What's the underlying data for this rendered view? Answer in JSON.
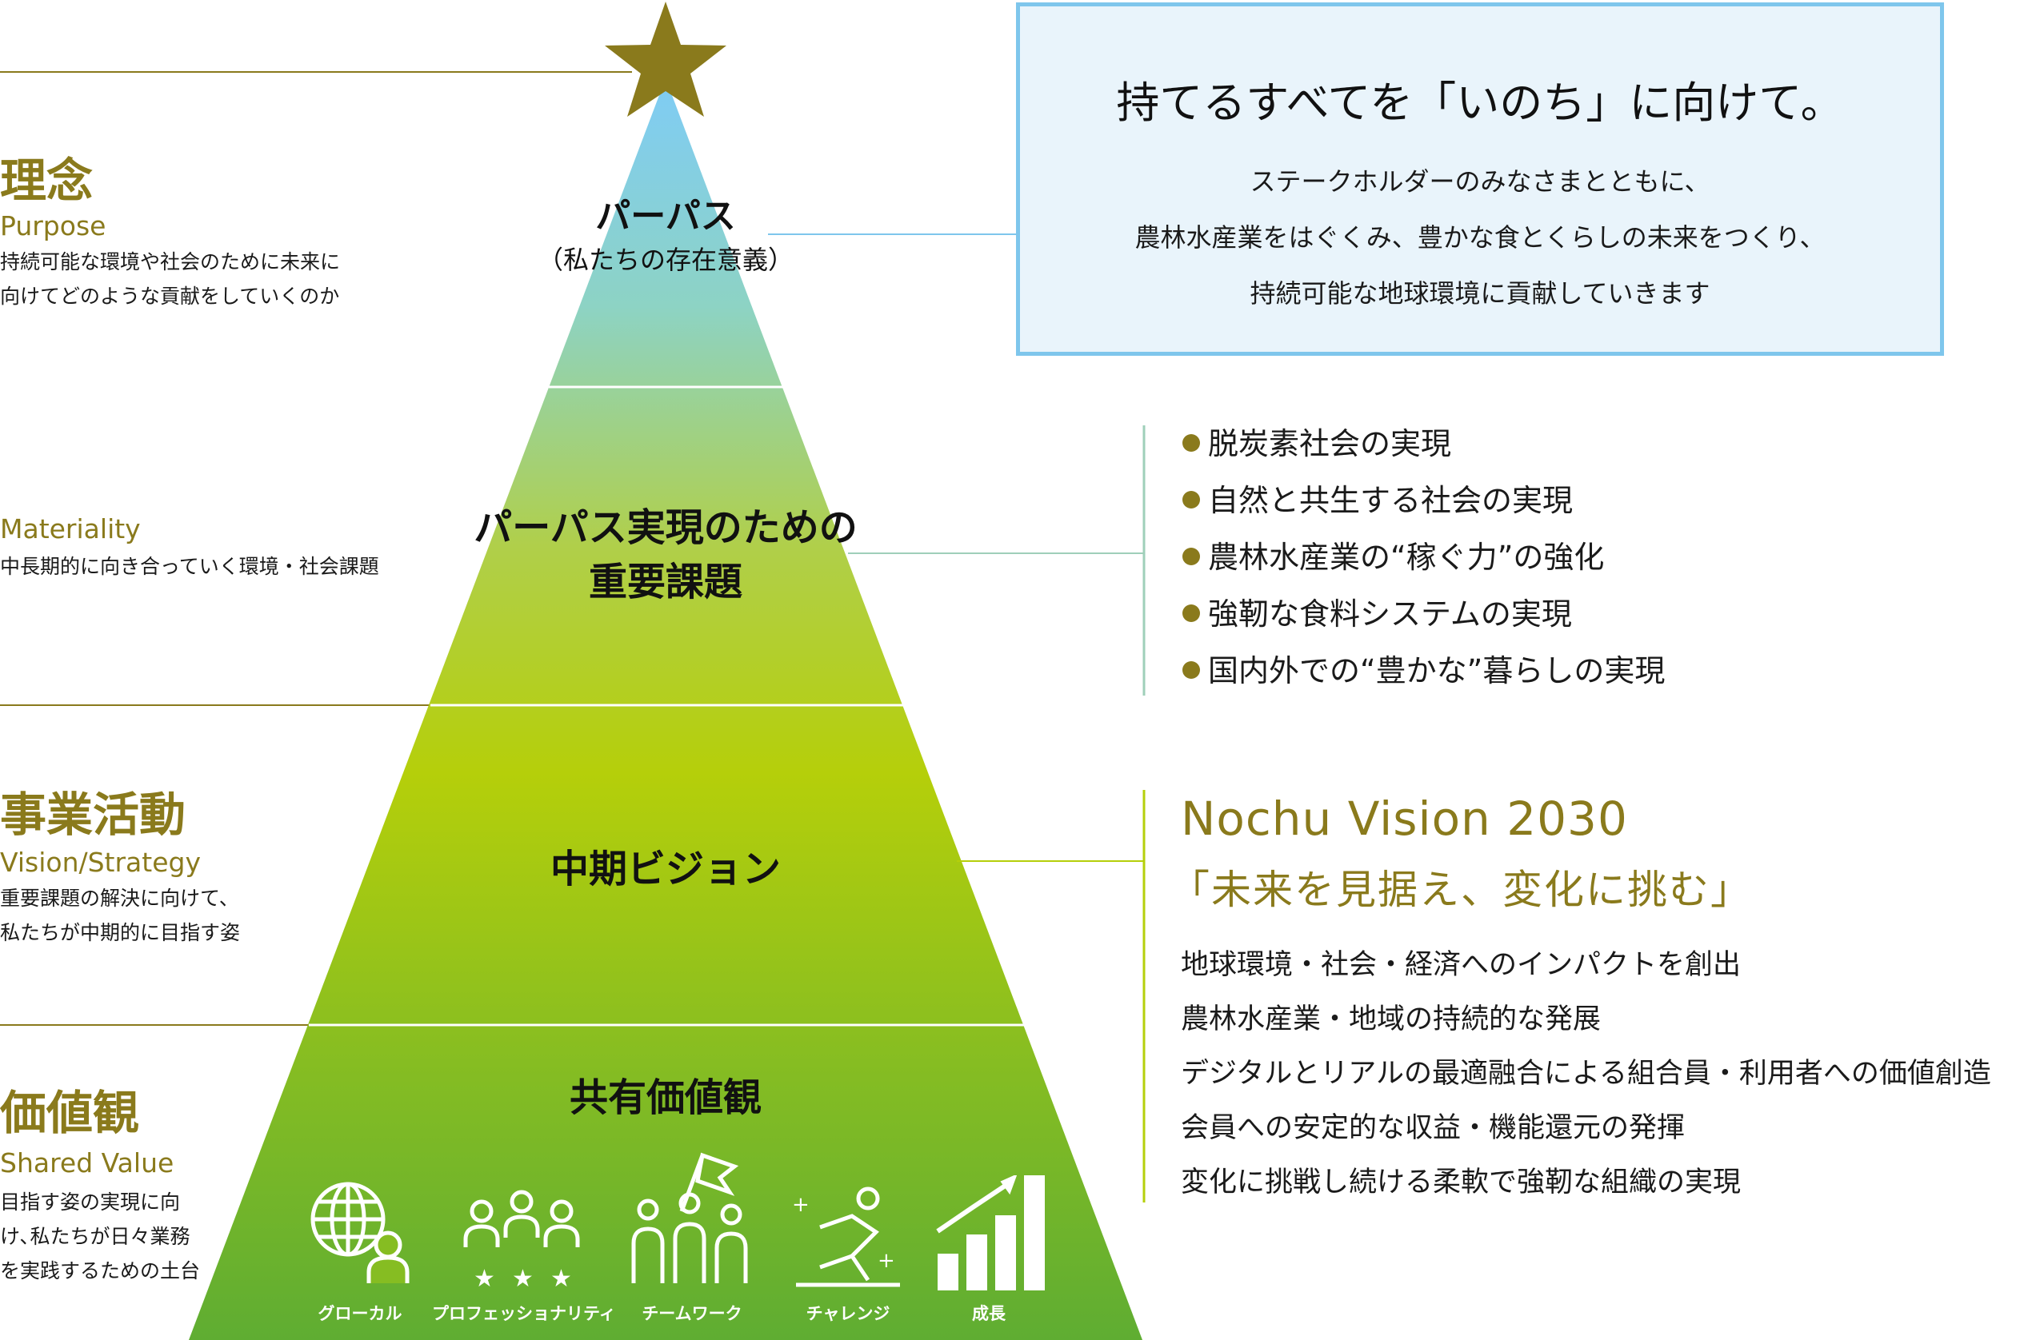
{
  "colors": {
    "gold": "#8a7a1c",
    "sky": "#7fccf5",
    "lime": "#b5cf0a",
    "green": "#5fad32",
    "box_border": "#7ec6ec",
    "box_fill": "#e9f4fb"
  },
  "left": {
    "purpose": {
      "title": "理念",
      "subtitle": "Purpose",
      "desc": [
        "持続可能な環境や社会のために未来に",
        "向けてどのような貢献をしていくのか"
      ]
    },
    "materiality": {
      "subtitle": "Materiality",
      "desc": [
        "中長期的に向き合っていく環境・社会課題"
      ]
    },
    "vision": {
      "title": "事業活動",
      "subtitle": "Vision/Strategy",
      "desc": [
        "重要課題の解決に向けて、",
        "私たちが中期的に目指す姿"
      ]
    },
    "values": {
      "title": "価値観",
      "subtitle": "Shared Value",
      "desc": [
        "目指す姿の実現に向",
        "け､私たちが日々業務",
        "を実践するための土台"
      ]
    }
  },
  "pyramid": {
    "top_icon": "star-icon",
    "levels": [
      {
        "label_lines": [
          "パーパス"
        ],
        "sub": "（私たちの存在意義）"
      },
      {
        "label_lines": [
          "パーパス実現のための",
          "重要課題"
        ]
      },
      {
        "label_lines": [
          "中期ビジョン"
        ]
      },
      {
        "label_lines": [
          "共有価値観"
        ]
      }
    ],
    "values_icons": [
      {
        "icon": "globe-person-icon",
        "label": "グローカル"
      },
      {
        "icon": "team-stars-icon",
        "label": "プロフェッショナリティ"
      },
      {
        "icon": "team-flag-icon",
        "label": "チームワーク"
      },
      {
        "icon": "leaping-person-icon",
        "label": "チャレンジ"
      },
      {
        "icon": "growth-bars-icon",
        "label": "成長"
      }
    ]
  },
  "purpose_box": {
    "headline": "持てるすべてを「いのち」に向けて。",
    "lines": [
      "ステークホルダーのみなさまとともに、",
      "農林水産業をはぐくみ、豊かな食とくらしの未来をつくり、",
      "持続可能な地球環境に貢献していきます"
    ]
  },
  "materiality_list": [
    "脱炭素社会の実現",
    "自然と共生する社会の実現",
    "農林水産業の“稼ぐ力”の強化",
    "強靭な食料システムの実現",
    "国内外での“豊かな”暮らしの実現"
  ],
  "vision": {
    "title": "Nochu Vision 2030",
    "tagline": "「未来を見据え、変化に挑む」",
    "items": [
      "地球環境・社会・経済へのインパクトを創出",
      "農林水産業・地域の持続的な発展",
      "デジタルとリアルの最適融合による組合員・利用者への価値創造",
      "会員への安定的な収益・機能還元の発揮",
      "変化に挑戦し続ける柔軟で強靭な組織の実現"
    ]
  }
}
